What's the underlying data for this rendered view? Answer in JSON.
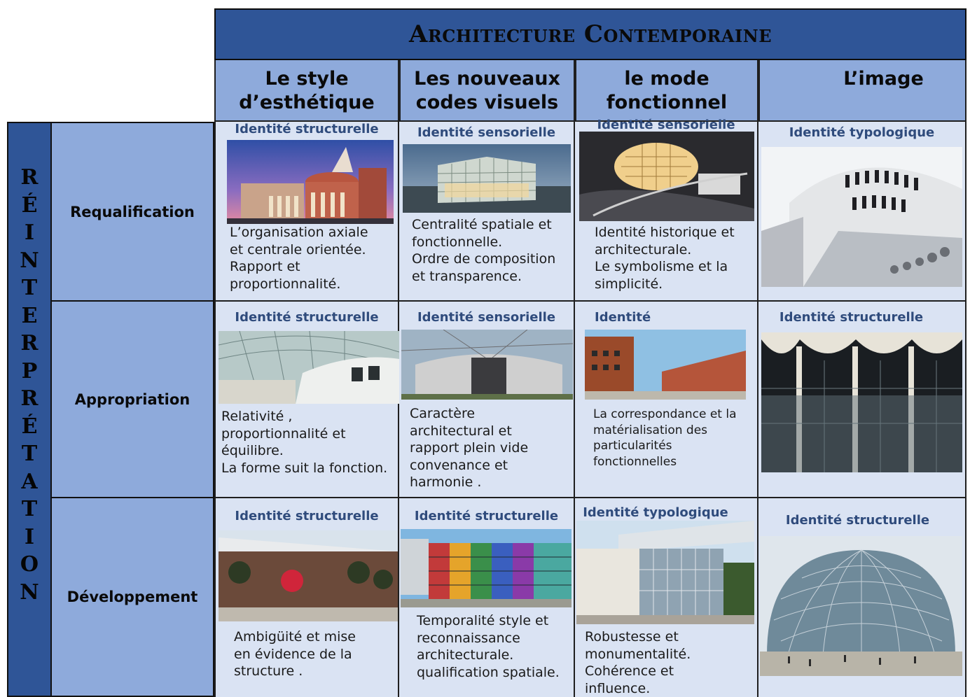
{
  "title": "Architecture Contemporaine",
  "columns": [
    "Le style\nd’esthétique",
    "Les nouveaux\ncodes visuels",
    "le mode\nfonctionnel",
    "L’image"
  ],
  "side_letters": [
    "R",
    "É",
    "I",
    "N",
    "T",
    "E",
    "R",
    "P",
    "R",
    "É",
    "T",
    "A",
    "T",
    "I",
    "O",
    "N"
  ],
  "rows": [
    {
      "label": "Requalification",
      "cells": [
        {
          "identity": "Identité structurelle",
          "description": "L’organisation axiale\net centrale orientée.\nRapport et\nproportionnalité."
        },
        {
          "identity": "Identité sensorielle",
          "description": "Centralité spatiale et\nfonctionnelle.\nOrdre de composition\net transparence."
        },
        {
          "identity": "Identité sensorielle",
          "description": "Identité historique et\narchitecturale.\nLe symbolisme et la\nsimplicité."
        },
        {
          "identity": "Identité typologique",
          "description": ""
        }
      ]
    },
    {
      "label": "Appropriation",
      "cells": [
        {
          "identity": "Identité  structurelle",
          "description": "Relativité ,\nproportionnalité et\néquilibre.\nLa forme suit la fonction."
        },
        {
          "identity": "Identité  sensorielle",
          "description": "Caractère\narchitectural et\nrapport plein vide\nconvenance et\nharmonie ."
        },
        {
          "identity": "Identité",
          "description": "La correspondance et la\nmatérialisation des\nparticularités\nfonctionnelles"
        },
        {
          "identity": "Identité structurelle",
          "description": ""
        }
      ]
    },
    {
      "label": "Développement",
      "cells": [
        {
          "identity": "Identité structurelle",
          "description": "Ambigüité et mise\nen évidence de la\nstructure ."
        },
        {
          "identity": "Identité structurelle",
          "description": "Temporalité  style  et\nreconnaissance\narchitecturale.\nqualification spatiale."
        },
        {
          "identity": "Identité typologique",
          "description": "Robustesse et\nmonumentalité.\nCohérence et\ninfluence."
        },
        {
          "identity": "Identité structurelle",
          "description": ""
        }
      ]
    }
  ]
}
